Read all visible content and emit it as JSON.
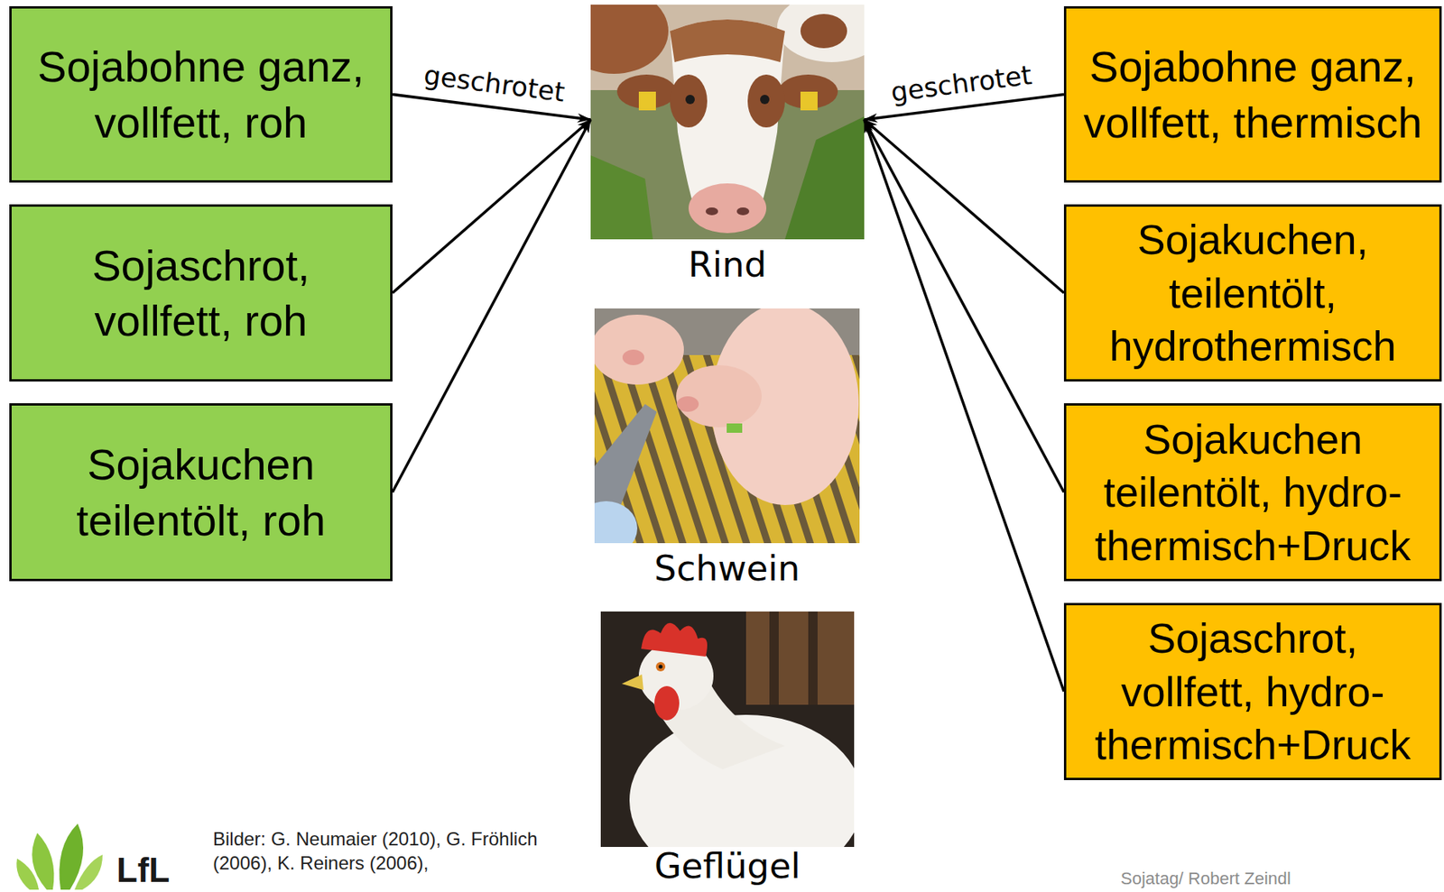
{
  "diagram": {
    "nodes": [
      {
        "text": [
          "Sojabohne ganz, vollfett, roh"
        ]
      },
      {
        "text": [
          "Sojaschrot, vollfett, roh"
        ]
      },
      {
        "text": [
          "Sojakuchen teilentölt, roh"
        ]
      },
      {
        "text": [
          "Rind"
        ]
      },
      {
        "text": [
          "Schwein"
        ]
      },
      {
        "text": [
          "Geflügel"
        ]
      },
      {
        "text": [
          "Sojabohne ganz, vollfett, thermisch"
        ]
      },
      {
        "text": [
          "Sojakuchen, teilentölt, hydrothermisch"
        ]
      },
      {
        "text": [
          "Sojakuchen teilentölt, hydro- thermisch+Druck"
        ]
      },
      {
        "text": [
          "Sojaschrot, vollfett, hydro- thermisch+Druck"
        ]
      }
    ],
    "edges": [
      {
        "from": 0,
        "to": 3,
        "label": "geschrotet",
        "arrow": "to"
      },
      {
        "from": 1,
        "to": 3,
        "arrow": "to"
      },
      {
        "from": 2,
        "to": 3,
        "arrow": "to"
      },
      {
        "from": 6,
        "to": 3,
        "label": "geschrotet",
        "arrow": "to"
      },
      {
        "from": 7,
        "to": 3,
        "arrow": "to"
      },
      {
        "from": 8,
        "to": 3,
        "arrow": "to"
      },
      {
        "from": 9,
        "to": 3,
        "arrow": "to"
      }
    ],
    "labels": [
      "Bilder: G. Neumaier (2010), G. Fröhlich (2006), K. Reiners (2006),",
      "LfL",
      "Sojatag/ Robert Zeindl"
    ]
  }
}
